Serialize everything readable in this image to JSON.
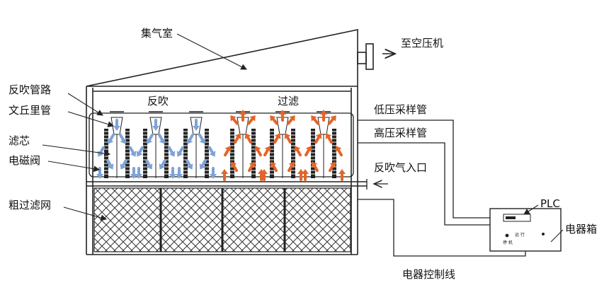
{
  "labels": {
    "gas_chamber": "集气室",
    "to_compressor": "至空压机",
    "reverse_blow_pipe": "反吹管路",
    "venturi": "文丘里管",
    "filter_core": "滤芯",
    "solenoid_valve": "电磁阀",
    "coarse_filter_net": "粗过滤网",
    "reverse_blow": "反吹",
    "filtering": "过滤",
    "low_pressure_sampling": "低压采样管",
    "high_pressure_sampling": "高压采样管",
    "reverse_gas_inlet": "反吹气入口",
    "plc": "PLC",
    "electrical_box": "电器箱",
    "control_line": "电器控制线",
    "panel_text_1": "运 行",
    "panel_text_2": "停 机"
  },
  "colors": {
    "line": "#222222",
    "reverse_arrow": "#7fa3d6",
    "filter_arrow": "#e2662a",
    "mesh": "#333333"
  }
}
